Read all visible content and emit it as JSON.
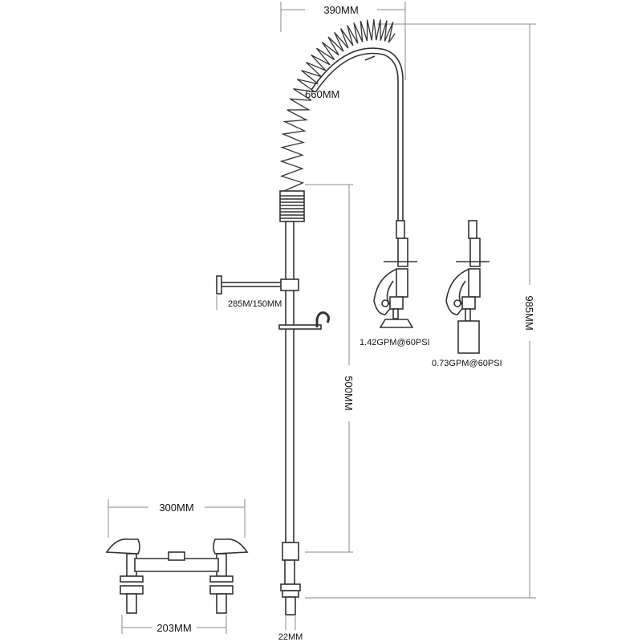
{
  "title": "Pre-rinse faucet dimension diagram",
  "dimensions": {
    "top_width": "390MM",
    "hose_length": "660MM",
    "arm_length": "285M/150MM",
    "riser_height": "500MM",
    "total_height": "985MM",
    "base_width": "300MM",
    "inlet_spacing": "203MM",
    "inlet_diameter": "22MM"
  },
  "spray_valves": [
    {
      "flow": "1.42GPM@60PSI"
    },
    {
      "flow": "0.73GPM@60PSI"
    }
  ]
}
